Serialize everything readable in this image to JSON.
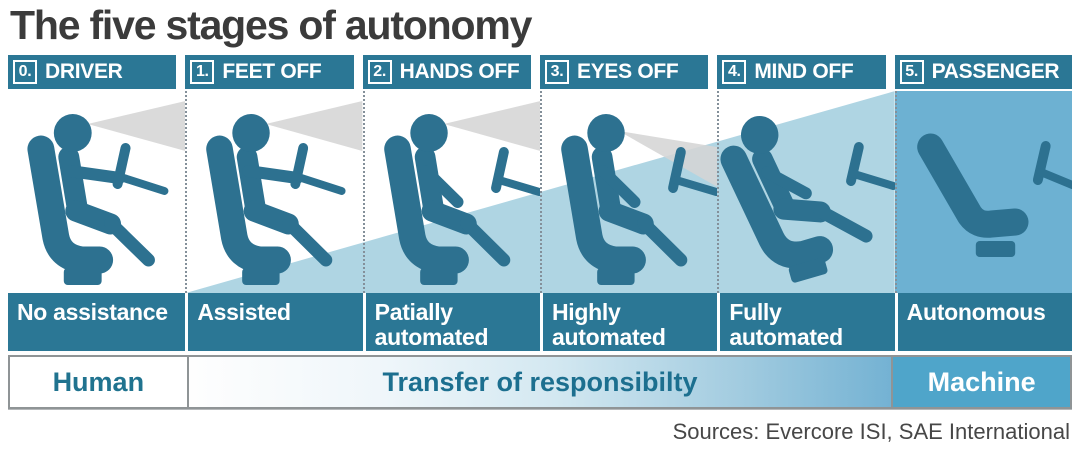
{
  "title": "The five stages of autonomy",
  "stages": [
    {
      "number": "0.",
      "header": "DRIVER",
      "label": "No assistance"
    },
    {
      "number": "1.",
      "header": "FEET OFF",
      "label": "Assisted"
    },
    {
      "number": "2.",
      "header": "HANDS OFF",
      "label": "Patially automated"
    },
    {
      "number": "3.",
      "header": "EYES OFF",
      "label": "Highly automated"
    },
    {
      "number": "4.",
      "header": "MIND OFF",
      "label": "Fully automated"
    },
    {
      "number": "5.",
      "header": "PASSENGER",
      "label": "Autonomous"
    }
  ],
  "responsibility_bar": {
    "left": "Human",
    "center": "Transfer of responsibilty",
    "right": "Machine"
  },
  "source": "Sources: Evercore ISI, SAE International",
  "colors": {
    "title_text": "#3b3b3b",
    "teal_bar": "#2b7795",
    "teal_icon": "#2d7190",
    "wedge_blue": "#afd5e3",
    "stage5_blue": "#6db1d2",
    "machine_blue": "#4fa5ca",
    "cone_gray": "#d5d5d5",
    "label_text": "#ffffff",
    "source_text": "#474747"
  }
}
